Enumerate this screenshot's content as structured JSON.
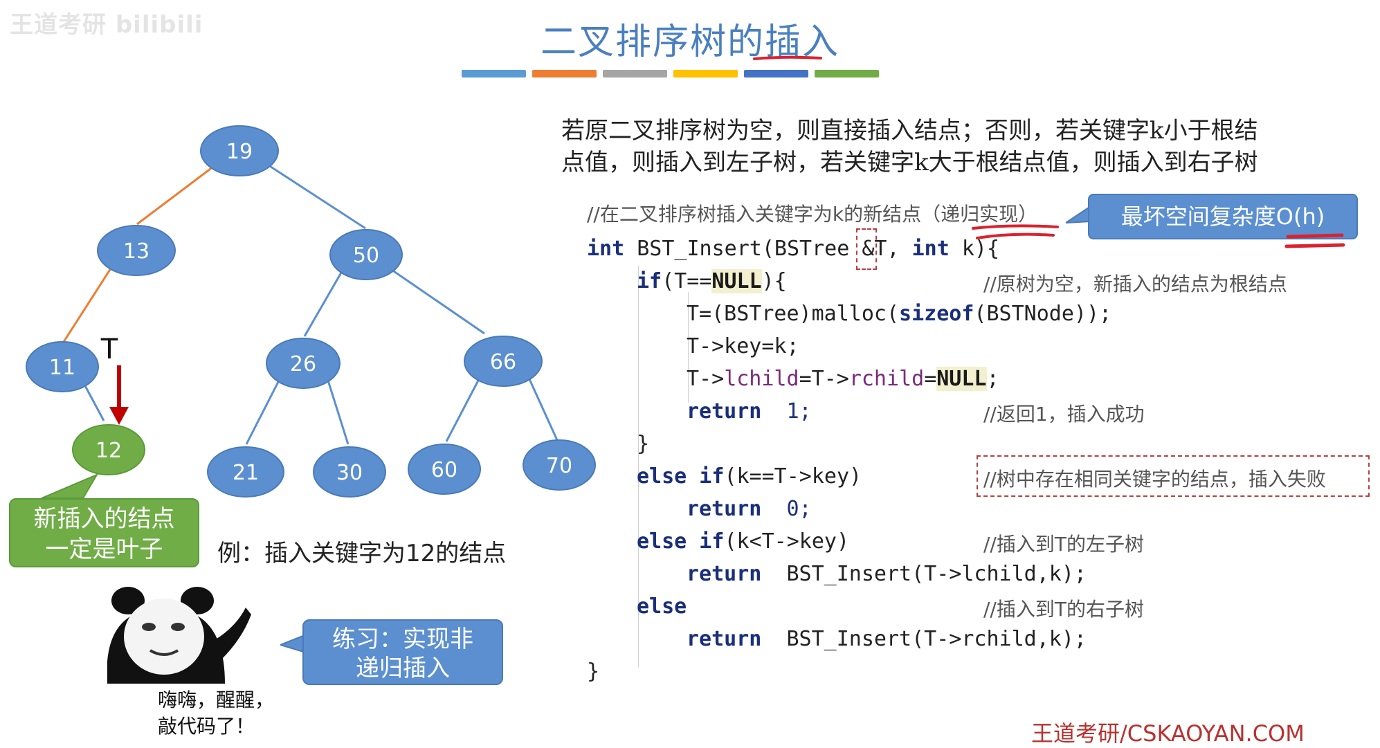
{
  "watermark": "王道考研 bilibili",
  "title": "二叉排序树的插入",
  "color_bars": [
    "#5b9bd5",
    "#ed7d31",
    "#a5a5a5",
    "#ffc000",
    "#4472c4",
    "#70ad47"
  ],
  "description": {
    "line1": "若原二叉排序树为空，则直接插入结点；否则，若关键字k小于根结",
    "line2": "点值，则插入到左子树，若关键字k大于根结点值，则插入到右子树"
  },
  "tree": {
    "nodes": [
      {
        "label": "19",
        "color": "#5b8fd0"
      },
      {
        "label": "13",
        "color": "#5b8fd0"
      },
      {
        "label": "50",
        "color": "#5b8fd0"
      },
      {
        "label": "11",
        "color": "#5b8fd0"
      },
      {
        "label": "26",
        "color": "#5b8fd0"
      },
      {
        "label": "66",
        "color": "#5b8fd0"
      },
      {
        "label": "12",
        "color": "#70ad47"
      },
      {
        "label": "21",
        "color": "#5b8fd0"
      },
      {
        "label": "30",
        "color": "#5b8fd0"
      },
      {
        "label": "60",
        "color": "#5b8fd0"
      },
      {
        "label": "70",
        "color": "#5b8fd0"
      }
    ],
    "pointer_label": "T",
    "highlight_edge_color": "#ed7d31",
    "edge_color": "#5b8fd0",
    "arrow_color": "#c00000"
  },
  "green_callout": {
    "line1": "新插入的结点",
    "line2": "一定是叶子"
  },
  "example": "例：插入关键字为12的结点",
  "panda_caption": {
    "line1": "嗨嗨，醒醒，",
    "line2": "敲代码了！"
  },
  "practice": {
    "line1": "练习：实现非",
    "line2": "递归插入"
  },
  "complexity": "最坏空间复杂度O(h)",
  "code": {
    "header_comment": "//在二叉排序树插入关键字为k的新结点（递归实现）",
    "sig_kw1": "int",
    "sig_fn": " BST_Insert(BSTree ",
    "sig_amp": "&",
    "sig_T": "T, ",
    "sig_kw2": "int",
    "sig_end": " k){",
    "if_kw": "if",
    "if_cond_a": "(T==",
    "null1": "NULL",
    "if_cond_b": "){",
    "if_comment": "//原树为空，新插入的结点为根结点",
    "malloc_a": "T=(BSTree)malloc(",
    "sizeof_kw": "sizeof",
    "malloc_b": "(BSTNode));",
    "key_assign": "T->key=k;",
    "child_a": "T->",
    "lchild": "lchild",
    "child_b": "=T->",
    "rchild": "rchild",
    "child_c": "=",
    "null2": "NULL",
    "child_d": ";",
    "return_kw": "return",
    "ret1": "  1;",
    "ret1_comment": "//返回1，插入成功",
    "close_brace": "}",
    "elseif1_kw": "else if",
    "elseif1_cond": "(k==T->key)",
    "elseif1_comment": "//树中存在相同关键字的结点，插入失败",
    "ret0": "  0;",
    "elseif2_kw": "else if",
    "elseif2_cond": "(k<T->key)",
    "elseif2_comment": "//插入到T的左子树",
    "ret_left": "  BST_Insert(T->lchild,k);",
    "else_kw": "else",
    "else_comment": "//插入到T的右子树",
    "ret_right": "  BST_Insert(T->rchild,k);",
    "final_brace": "}"
  },
  "footer": "王道考研/CSKAOYAN.COM"
}
